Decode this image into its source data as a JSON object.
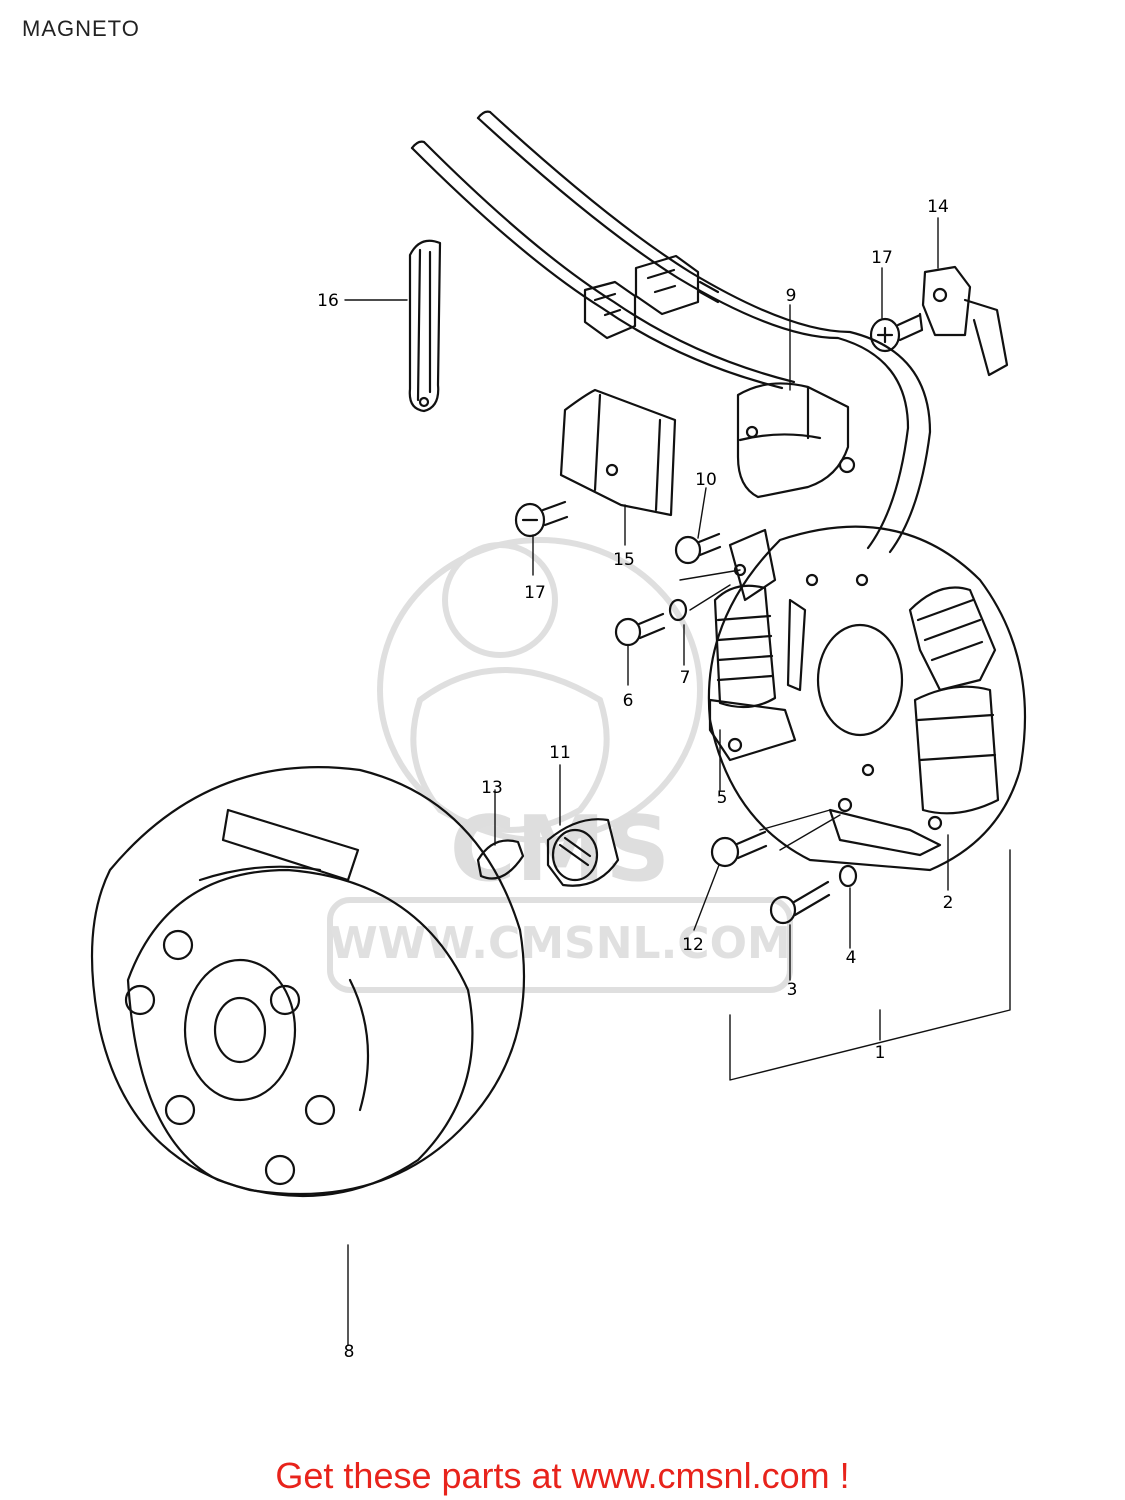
{
  "title": "MAGNETO",
  "footer": "Get these parts at www.cmsnl.com !",
  "watermark": {
    "logo": "CMS",
    "url": "WWW.CMSNL.COM"
  },
  "callouts": [
    "1",
    "2",
    "3",
    "4",
    "5",
    "6",
    "7",
    "8",
    "9",
    "10",
    "11",
    "12",
    "13",
    "14",
    "15",
    "16",
    "17",
    "17"
  ],
  "colors": {
    "line": "#111111",
    "footer": "#e8231b",
    "watermark": "#d9d9d9"
  }
}
